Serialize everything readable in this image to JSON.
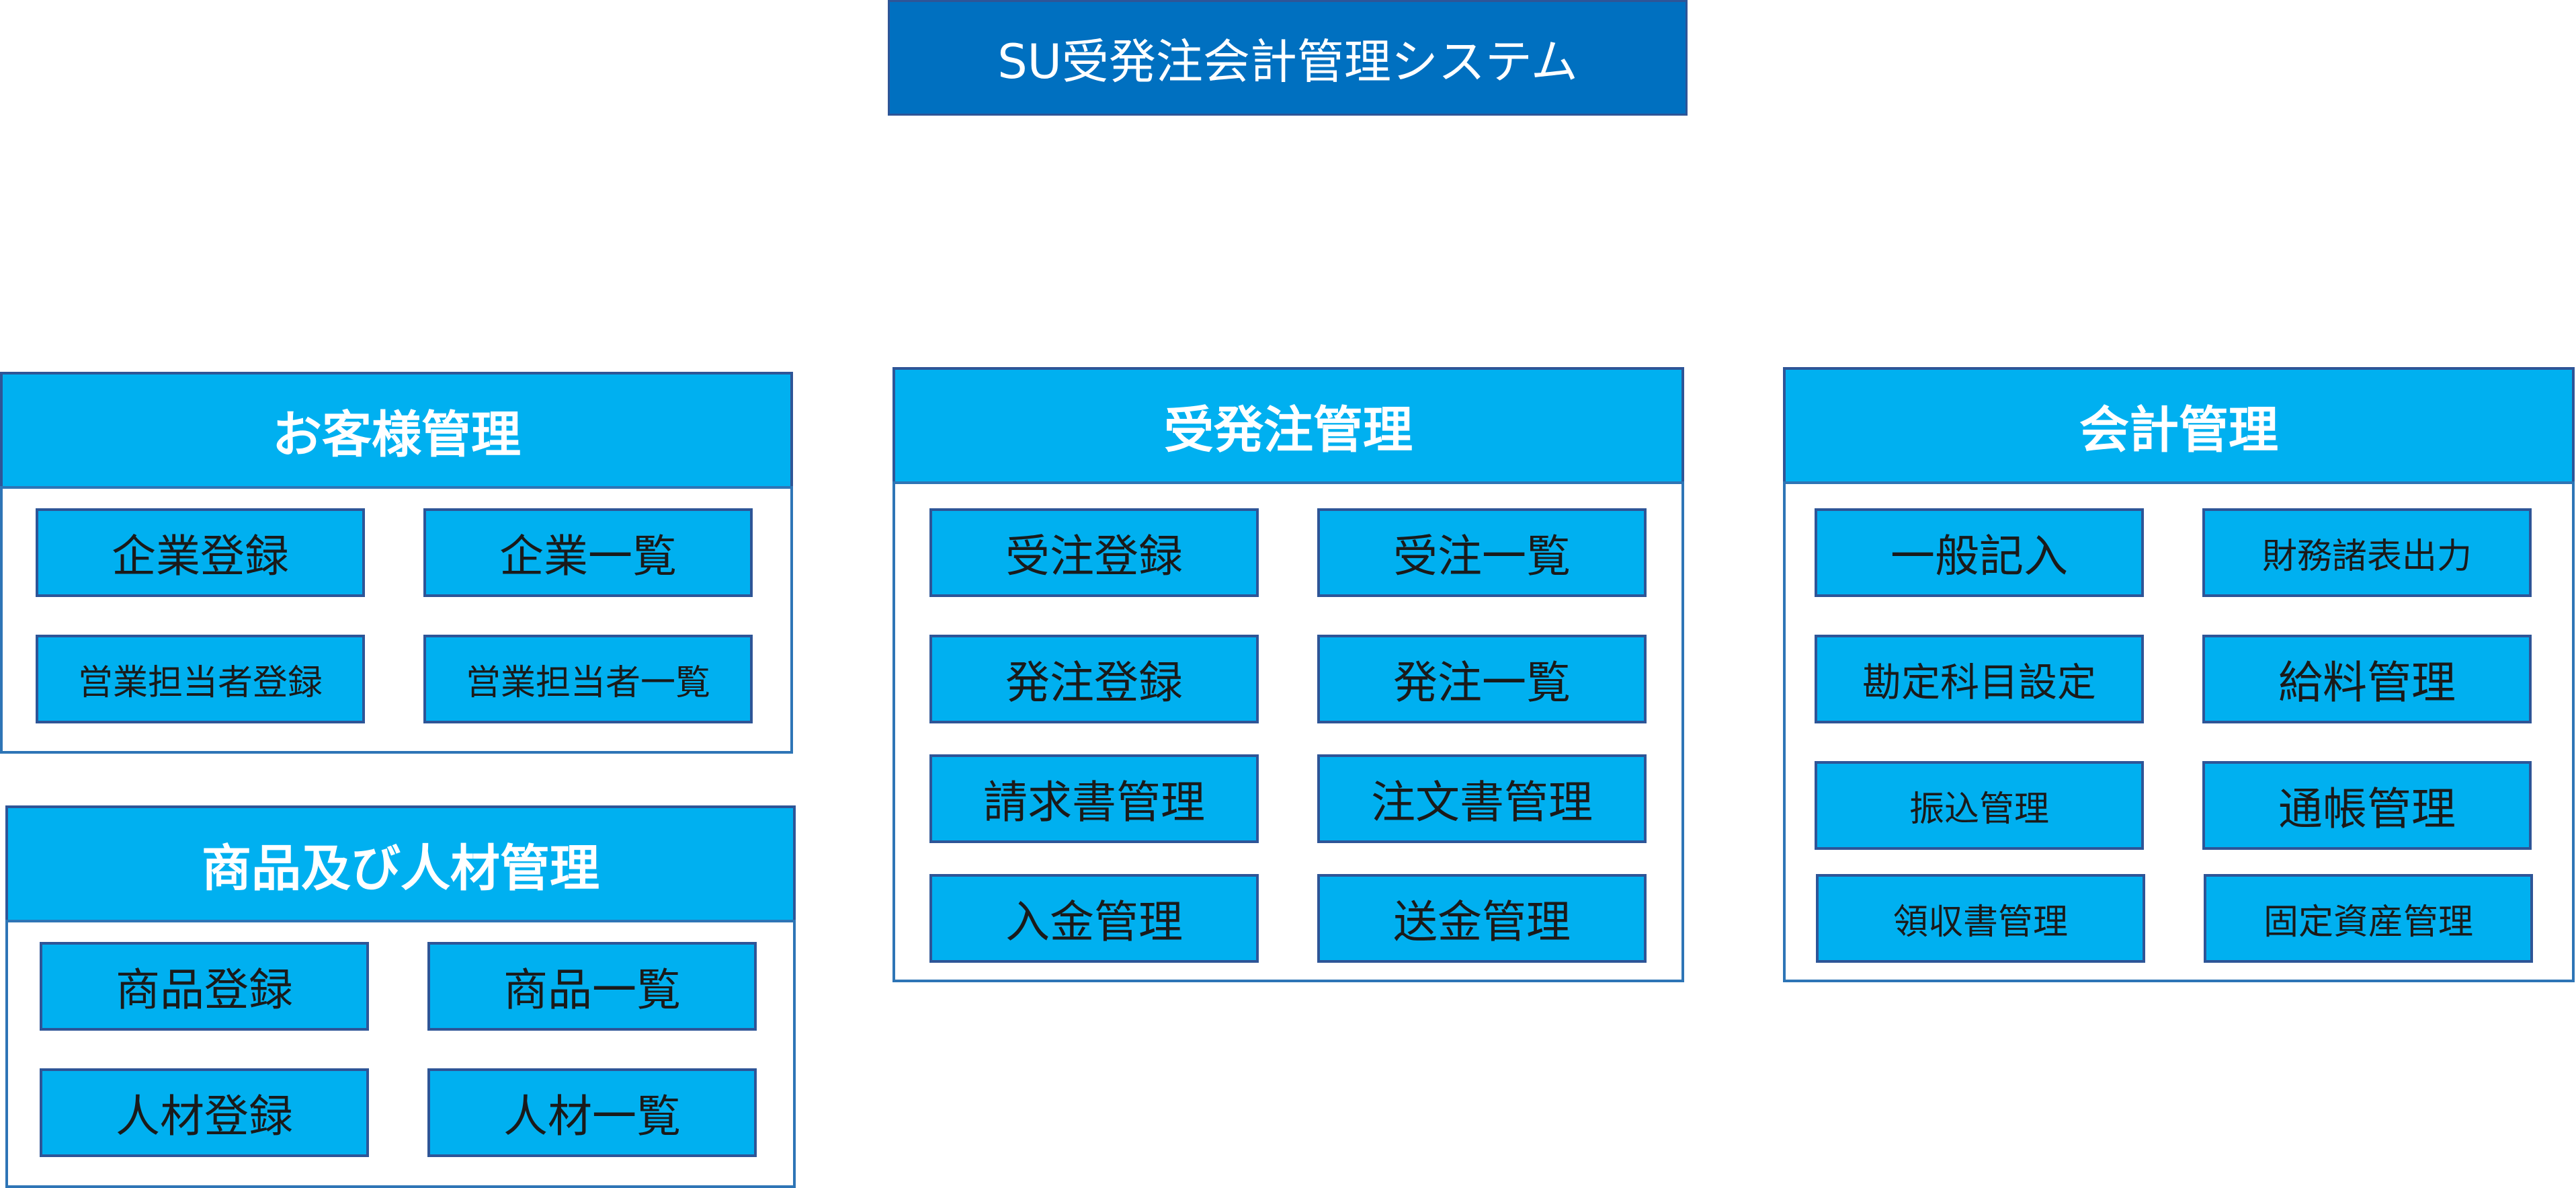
{
  "title": "SU受発注会計管理システム",
  "colors": {
    "header": "#0070c0",
    "panel": "#00b0f0",
    "border": "#2e5597"
  },
  "panels": {
    "customer": {
      "title": "お客様管理",
      "items": [
        "企業登録",
        "企業一覧",
        "営業担当者登録",
        "営業担当者一覧"
      ]
    },
    "product": {
      "title": "商品及び人材管理",
      "items": [
        "商品登録",
        "商品一覧",
        "人材登録",
        "人材一覧"
      ]
    },
    "order": {
      "title": "受発注管理",
      "items": [
        "受注登録",
        "受注一覧",
        "発注登録",
        "発注一覧",
        "請求書管理",
        "注文書管理",
        "入金管理",
        "送金管理"
      ]
    },
    "accounting": {
      "title": "会計管理",
      "items": [
        "一般記入",
        "財務諸表出力",
        "勘定科目設定",
        "給料管理",
        "振込管理",
        "通帳管理",
        "領収書管理",
        "固定資産管理"
      ]
    }
  }
}
